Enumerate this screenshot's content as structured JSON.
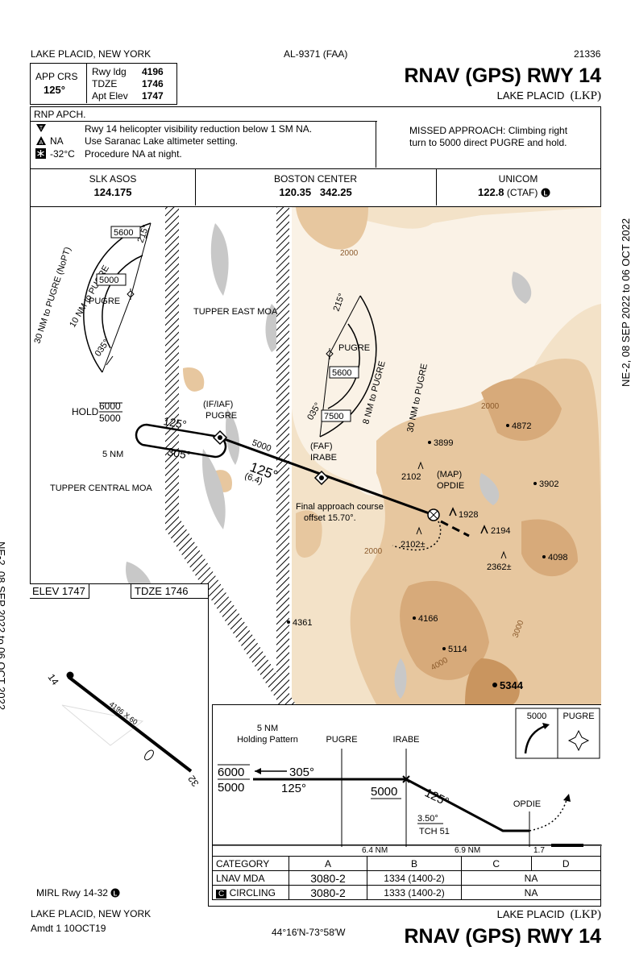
{
  "header": {
    "city": "LAKE PLACID, NEW YORK",
    "chart_id": "AL-9371 (FAA)",
    "number": "21336",
    "title": "RNAV (GPS) RWY 14",
    "airport": "LAKE PLACID",
    "airport_id": "(LKP)"
  },
  "crs_box": {
    "app_crs_label": "APP CRS",
    "app_crs_value": "125°",
    "rwy_ldg_label": "Rwy ldg",
    "rwy_ldg_value": "4196",
    "tdze_label": "TDZE",
    "tdze_value": "1746",
    "apt_elev_label": "Apt Elev",
    "apt_elev_value": "1747"
  },
  "notes": {
    "rnp": "RNP APCH.",
    "note1": "Rwy 14 helicopter visibility reduction below 1 SM NA.",
    "note2_prefix": "NA",
    "note2": "Use Saranac Lake altimeter setting.",
    "note3_prefix": "-32°C",
    "note3": "Procedure NA at night.",
    "missed_line1": "MISSED APPROACH:  Climbing right",
    "missed_line2": "turn to 5000 direct PUGRE and hold."
  },
  "comms": {
    "c1_name": "SLK ASOS",
    "c1_freq": "124.175",
    "c2_name": "BOSTON CENTER",
    "c2_freq": "120.35   342.25",
    "c3_name": "UNICOM",
    "c3_freq": "122.8",
    "c3_note": "(CTAF)"
  },
  "plan": {
    "moa_east": "TUPPER EAST MOA",
    "moa_central": "TUPPER CENTRAL MOA",
    "hold_label": "HOLD",
    "hold_upper": "6000",
    "hold_lower": "5000",
    "hold_dist": "5 NM",
    "iaf_label": "(IF/IAF)",
    "iaf_name": "PUGRE",
    "crs_out": "125°",
    "crs_in": "305°",
    "alt_5000": "5000",
    "dist_64": "(6.4)",
    "crs_125b": "125°",
    "faf_label": "(FAF)",
    "faf_name": "IRABE",
    "map_label": "(MAP)",
    "map_name": "OPDIE",
    "final_line1": "Final approach course",
    "final_line2": "offset 15.70°.",
    "e1": "3899",
    "e2": "4872",
    "e3": "3902",
    "e4": "2102",
    "e5": "1928",
    "e6": "2102",
    "e6_suffix": "±",
    "e7": "2194",
    "e8": "2362",
    "e8_suffix": "±",
    "e9": "4098",
    "e10": "4166",
    "e11": "4361",
    "e12": "5114",
    "e13": "5344",
    "contour_2000": "2000",
    "contour_3000": "3000",
    "contour_4000": "4000",
    "taa_left_30": "30  NM  to  PUGRE  (NoPT)",
    "taa_left_10": "10  NM  to  PUGRE",
    "taa_left_alt1": "5600",
    "taa_left_alt2": "5000",
    "taa_left_fix": "PUGRE",
    "taa_left_b1": "215°",
    "taa_left_b2": "035°",
    "taa_right_30": "30  NM  to  PUGRE",
    "taa_right_8": "8  NM  to  PUGRE",
    "taa_right_alt1": "5600",
    "taa_right_alt2": "7500",
    "taa_right_fix": "PUGRE",
    "taa_right_b1": "215°",
    "taa_right_b2": "035°",
    "side_left": "NE-2,  08 SEP 2022  to  06 OCT 2022",
    "side_right": "NE-2,  08 SEP 2022  to  06 OCT 2022"
  },
  "airport_diagram": {
    "elev_label": "ELEV",
    "elev_value": "1747",
    "tdze_label": "TDZE",
    "tdze_value": "1746",
    "rwy_14": "14",
    "rwy_32": "32",
    "rwy_dims": "4196 X 60",
    "lighting": "MIRL Rwy 14-32"
  },
  "profile": {
    "hold_line1": "5 NM",
    "hold_line2": "Holding Pattern",
    "pugre": "PUGRE",
    "irabe": "IRABE",
    "opdie": "OPDIE",
    "alt_upper": "6000",
    "alt_lower": "5000",
    "crs_305": "305°",
    "crs_125": "125°",
    "crs_125b": "125°",
    "alt_5000": "5000",
    "gp": "3.50°",
    "tch": "TCH 51",
    "d1": "6.4 NM",
    "d2": "6.9 NM",
    "d3": "1.7",
    "missed_alt": "5000",
    "missed_fix": "PUGRE"
  },
  "minima": {
    "header": [
      "CATEGORY",
      "A",
      "B",
      "C",
      "D"
    ],
    "lnav_label": "LNAV MDA",
    "lnav_a": "3080-2",
    "lnav_b": "1334 (1400-2)",
    "lnav_cd": "NA",
    "circ_label": "CIRCLING",
    "circ_a": "3080-2",
    "circ_b": "1333 (1400-2)",
    "circ_cd": "NA"
  },
  "footer": {
    "city": "LAKE PLACID, NEW YORK",
    "amdt": "Amdt 1  10OCT19",
    "coords": "44°16′N-73°58′W",
    "airport": "LAKE PLACID",
    "airport_id": "(LKP)",
    "title": "RNAV (GPS) RWY 14"
  }
}
